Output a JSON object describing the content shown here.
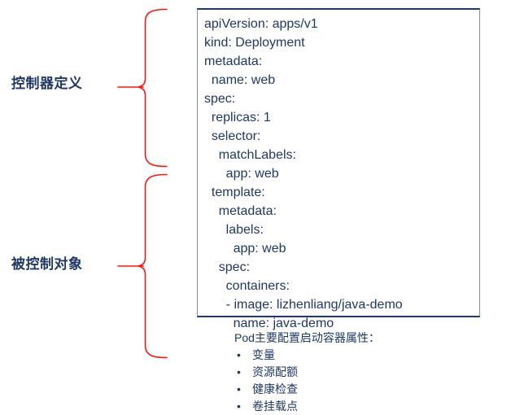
{
  "diagram": {
    "title_left_labels": [
      {
        "id": "controller",
        "text": "控制器定义"
      },
      {
        "id": "controlled",
        "text": "被控制对象"
      }
    ],
    "accent_color": "#FF0000",
    "text_color": "#1F3864",
    "box_border_color": "#7D8FB0",
    "box_border_accent_color": "#1F3864"
  },
  "yaml": {
    "content": "apiVersion: apps/v1\nkind: Deployment\nmetadata:\n  name: web\nspec:\n  replicas: 1\n  selector:\n    matchLabels:\n      app: web\n  template:\n    metadata:\n      labels:\n        app: web\n    spec:\n      containers:\n      - image: lizhenliang/java-demo\n        name: java-demo"
  },
  "notes": {
    "title": "Pod主要配置启动容器属性：",
    "bullet_glyph": "•",
    "items": [
      "变量",
      "资源配额",
      "健康检查",
      "卷挂载点"
    ]
  }
}
